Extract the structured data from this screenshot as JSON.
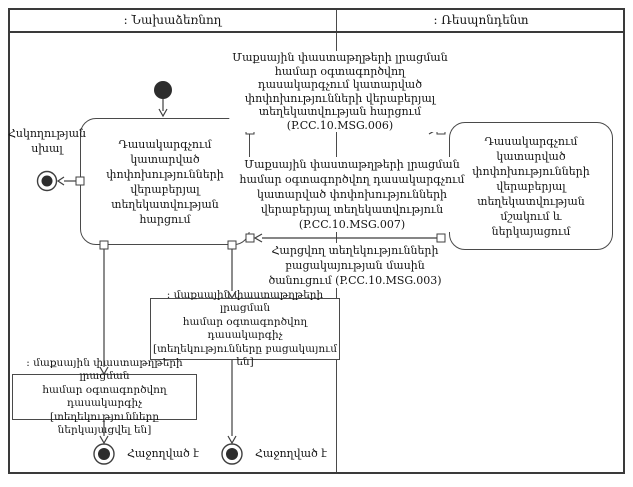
{
  "header": {
    "initiator": ": Նախաձեռնող",
    "respondent": ": Ռեսպոնդենտ"
  },
  "activities": {
    "request": "Դասակարգչում կատարված\nփոփոխությունների վերաբերյալ\nտեղեկատվության հարցում",
    "process": "Դասակարգչում կատարված\nփոփոխությունների վերաբերյալ\nտեղեկատվության մշակում և\nներկայացում"
  },
  "messages": {
    "msg006": "Մաքսային փաստաթղթերի լրացման\nհամար օգտագործվող\nդասակարգչում կատարված\nփոփոխությունների վերաբերյալ\nտեղեկատվության հարցում\n(P.CC.10.MSG.006)",
    "msg007": "Մաքսային փաստաթղթերի լրացման\nհամար օգտագործվող դասակարգչում\nկատարված փոփոխությունների\nվերաբերյալ տեղեկատվություն\n(P.CC.10.MSG.007)",
    "msg003": "Հարցվող տեղեկությունների\nբացակայության մասին\nծանուցում (P.CC.10.MSG.003)"
  },
  "objects": {
    "absent": ": մաքսային փաստաթղթերի լրացման\nհամար օգտագործվող դասակարգիչ\n[տեղեկությունները բացակայում են]",
    "presented": ": մաքսային փաստաթղթերի լրացման\nհամար օգտագործվող դասակարգիչ\n[տեղեկությունները ներկայացվել են]"
  },
  "terminals": {
    "control_error": "Հսկողության\nսխալ",
    "success_left": "Հաջողված է",
    "success_right": "Հաջողված է"
  },
  "colors": {
    "line": "#3f3f3f",
    "border": "#4a4a4a",
    "node_fill": "#2d2d2d",
    "background": "#ffffff",
    "text": "#151515"
  }
}
